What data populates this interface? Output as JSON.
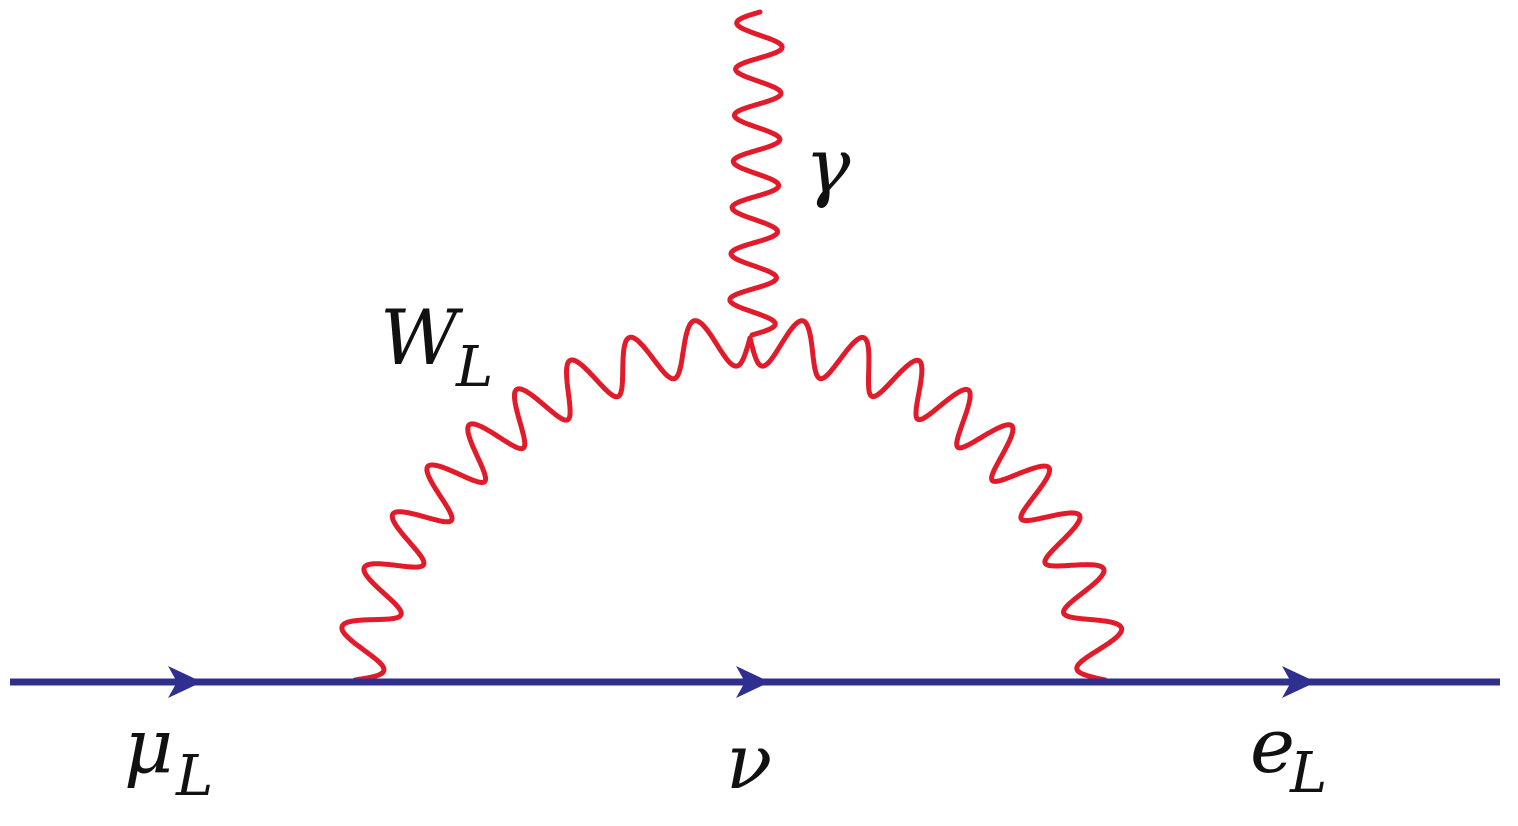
{
  "colors": {
    "fermion": "#2e2f8f",
    "boson": "#e21b2a",
    "text": "#111111",
    "background": "#ffffff"
  },
  "labels": {
    "photon": "γ",
    "w_boson": {
      "main": "W",
      "sub": "L"
    },
    "muon": {
      "main": "μ",
      "sub": "L"
    },
    "neutrino": "ν",
    "electron": {
      "main": "e",
      "sub": "L"
    }
  }
}
